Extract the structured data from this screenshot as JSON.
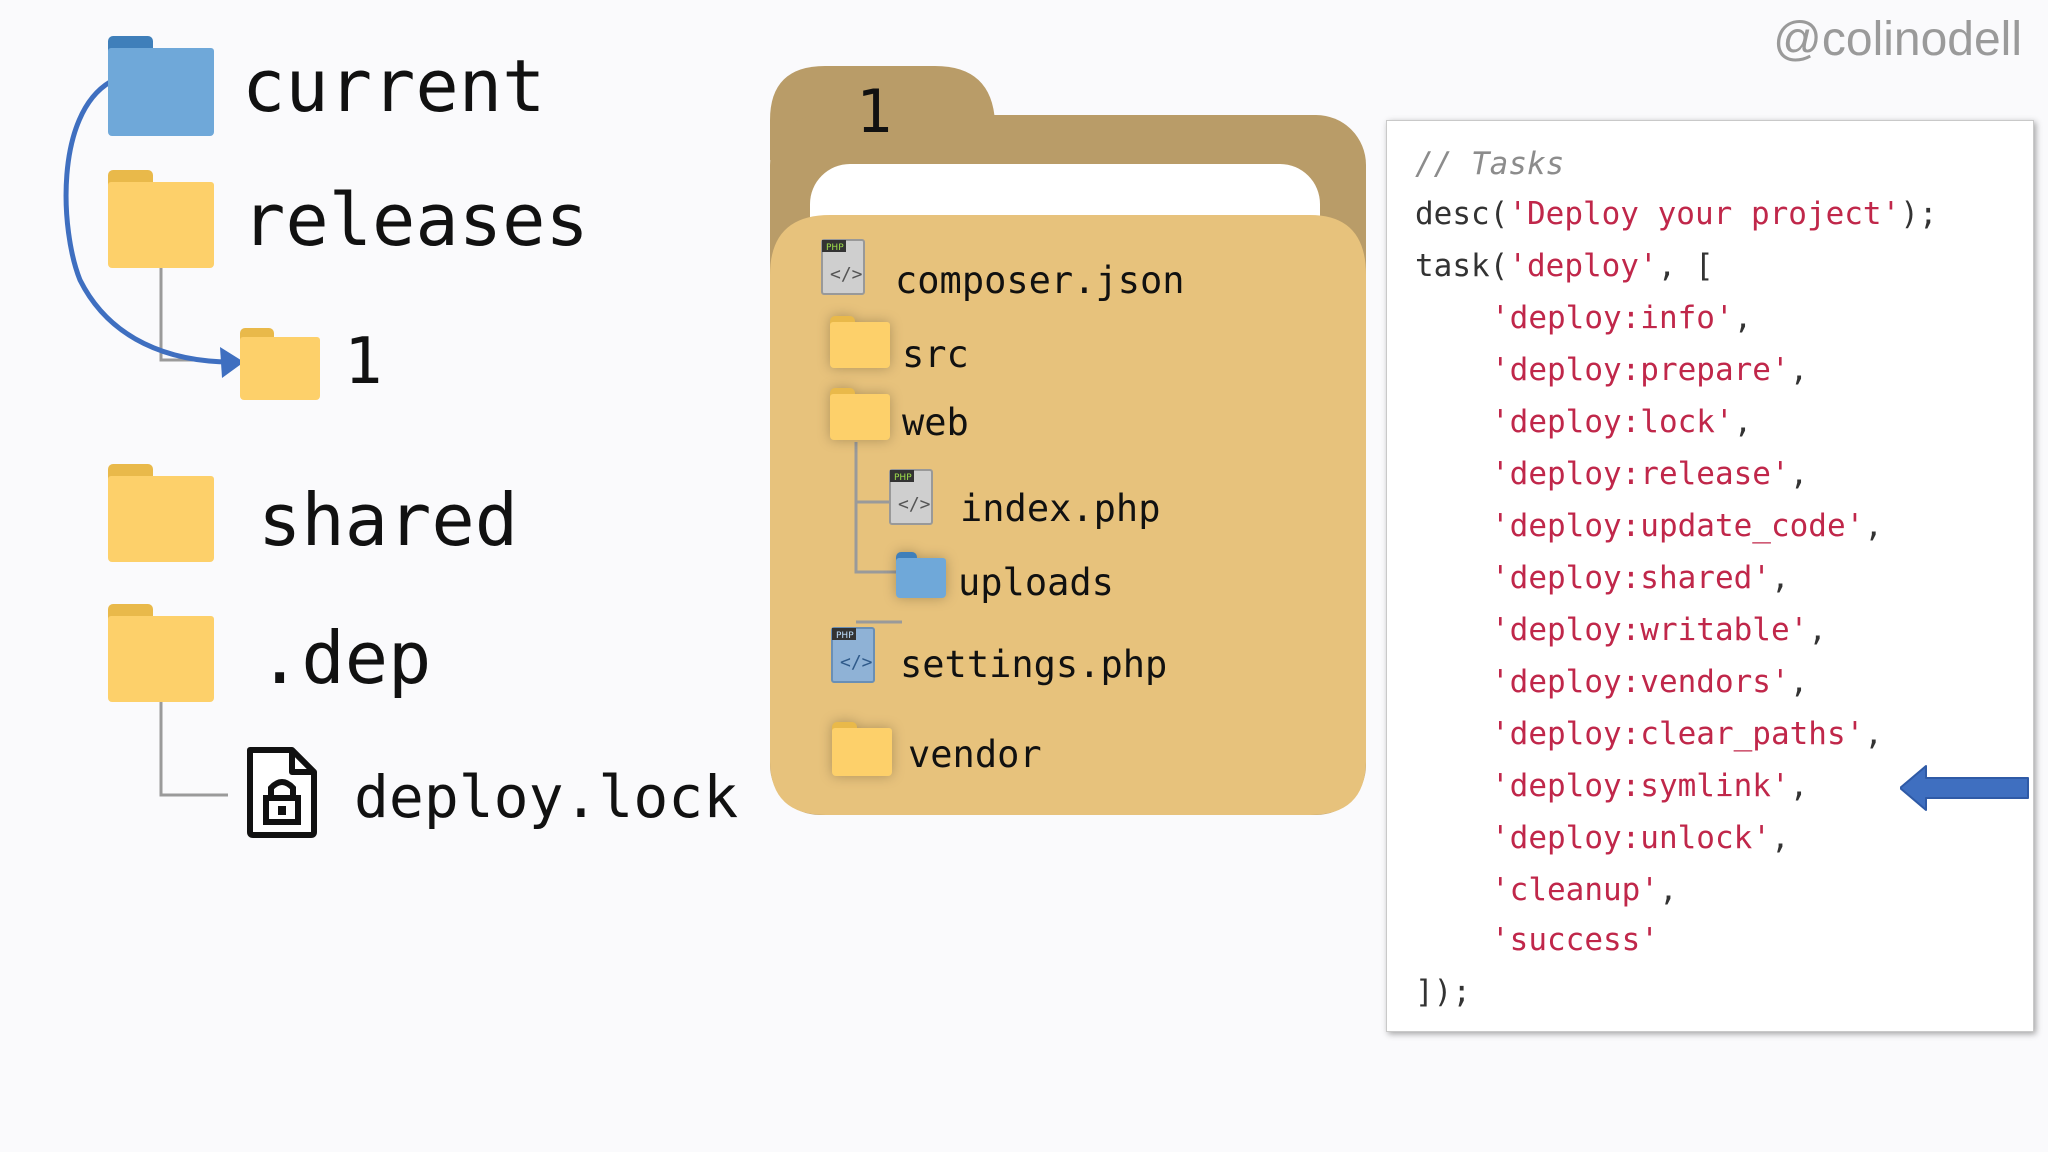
{
  "handle": "@colinodell",
  "tree": {
    "current": "current",
    "releases": "releases",
    "release_1": "1",
    "shared": "shared",
    "dep": ".dep",
    "deploy_lock": "deploy.lock"
  },
  "release_folder": {
    "title": "1",
    "items": {
      "composer": "composer.json",
      "src": "src",
      "web": "web",
      "index": "index.php",
      "uploads": "uploads",
      "settings": "settings.php",
      "vendor": "vendor"
    },
    "php_badge": "PHP"
  },
  "code": {
    "comment": "// Tasks",
    "desc_call": "desc(",
    "desc_string": "'Deploy your project'",
    "desc_end": ");",
    "task_call": "task(",
    "task_name": "'deploy'",
    "task_open": ", [",
    "tasks": [
      "'deploy:info'",
      "'deploy:prepare'",
      "'deploy:lock'",
      "'deploy:release'",
      "'deploy:update_code'",
      "'deploy:shared'",
      "'deploy:writable'",
      "'deploy:vendors'",
      "'deploy:clear_paths'",
      "'deploy:symlink'",
      "'deploy:unlock'",
      "'cleanup'",
      "'success'"
    ],
    "comma": ",",
    "close": "]);"
  },
  "colors": {
    "folder_yellow": "#fdd06a",
    "folder_blue": "#6fa8d9",
    "symlink_arrow": "#3f6fc0",
    "string": "#c0274a"
  },
  "icons": {
    "folder": "folder-icon",
    "php_file": "php-file-icon",
    "lock_file": "lock-file-icon",
    "arrow": "arrow-left-icon"
  }
}
